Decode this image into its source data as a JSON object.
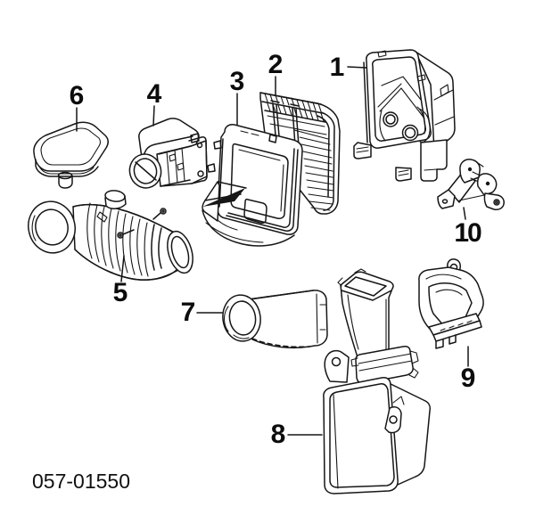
{
  "figure": {
    "drawing_code": "057-01550",
    "ink_color": "#161616",
    "background_color": "#ffffff",
    "callouts": [
      {
        "label": "1"
      },
      {
        "label": "2"
      },
      {
        "label": "3"
      },
      {
        "label": "4"
      },
      {
        "label": "5"
      },
      {
        "label": "6"
      },
      {
        "label": "7"
      },
      {
        "label": "8"
      },
      {
        "label": "9"
      },
      {
        "label": "10"
      }
    ]
  }
}
